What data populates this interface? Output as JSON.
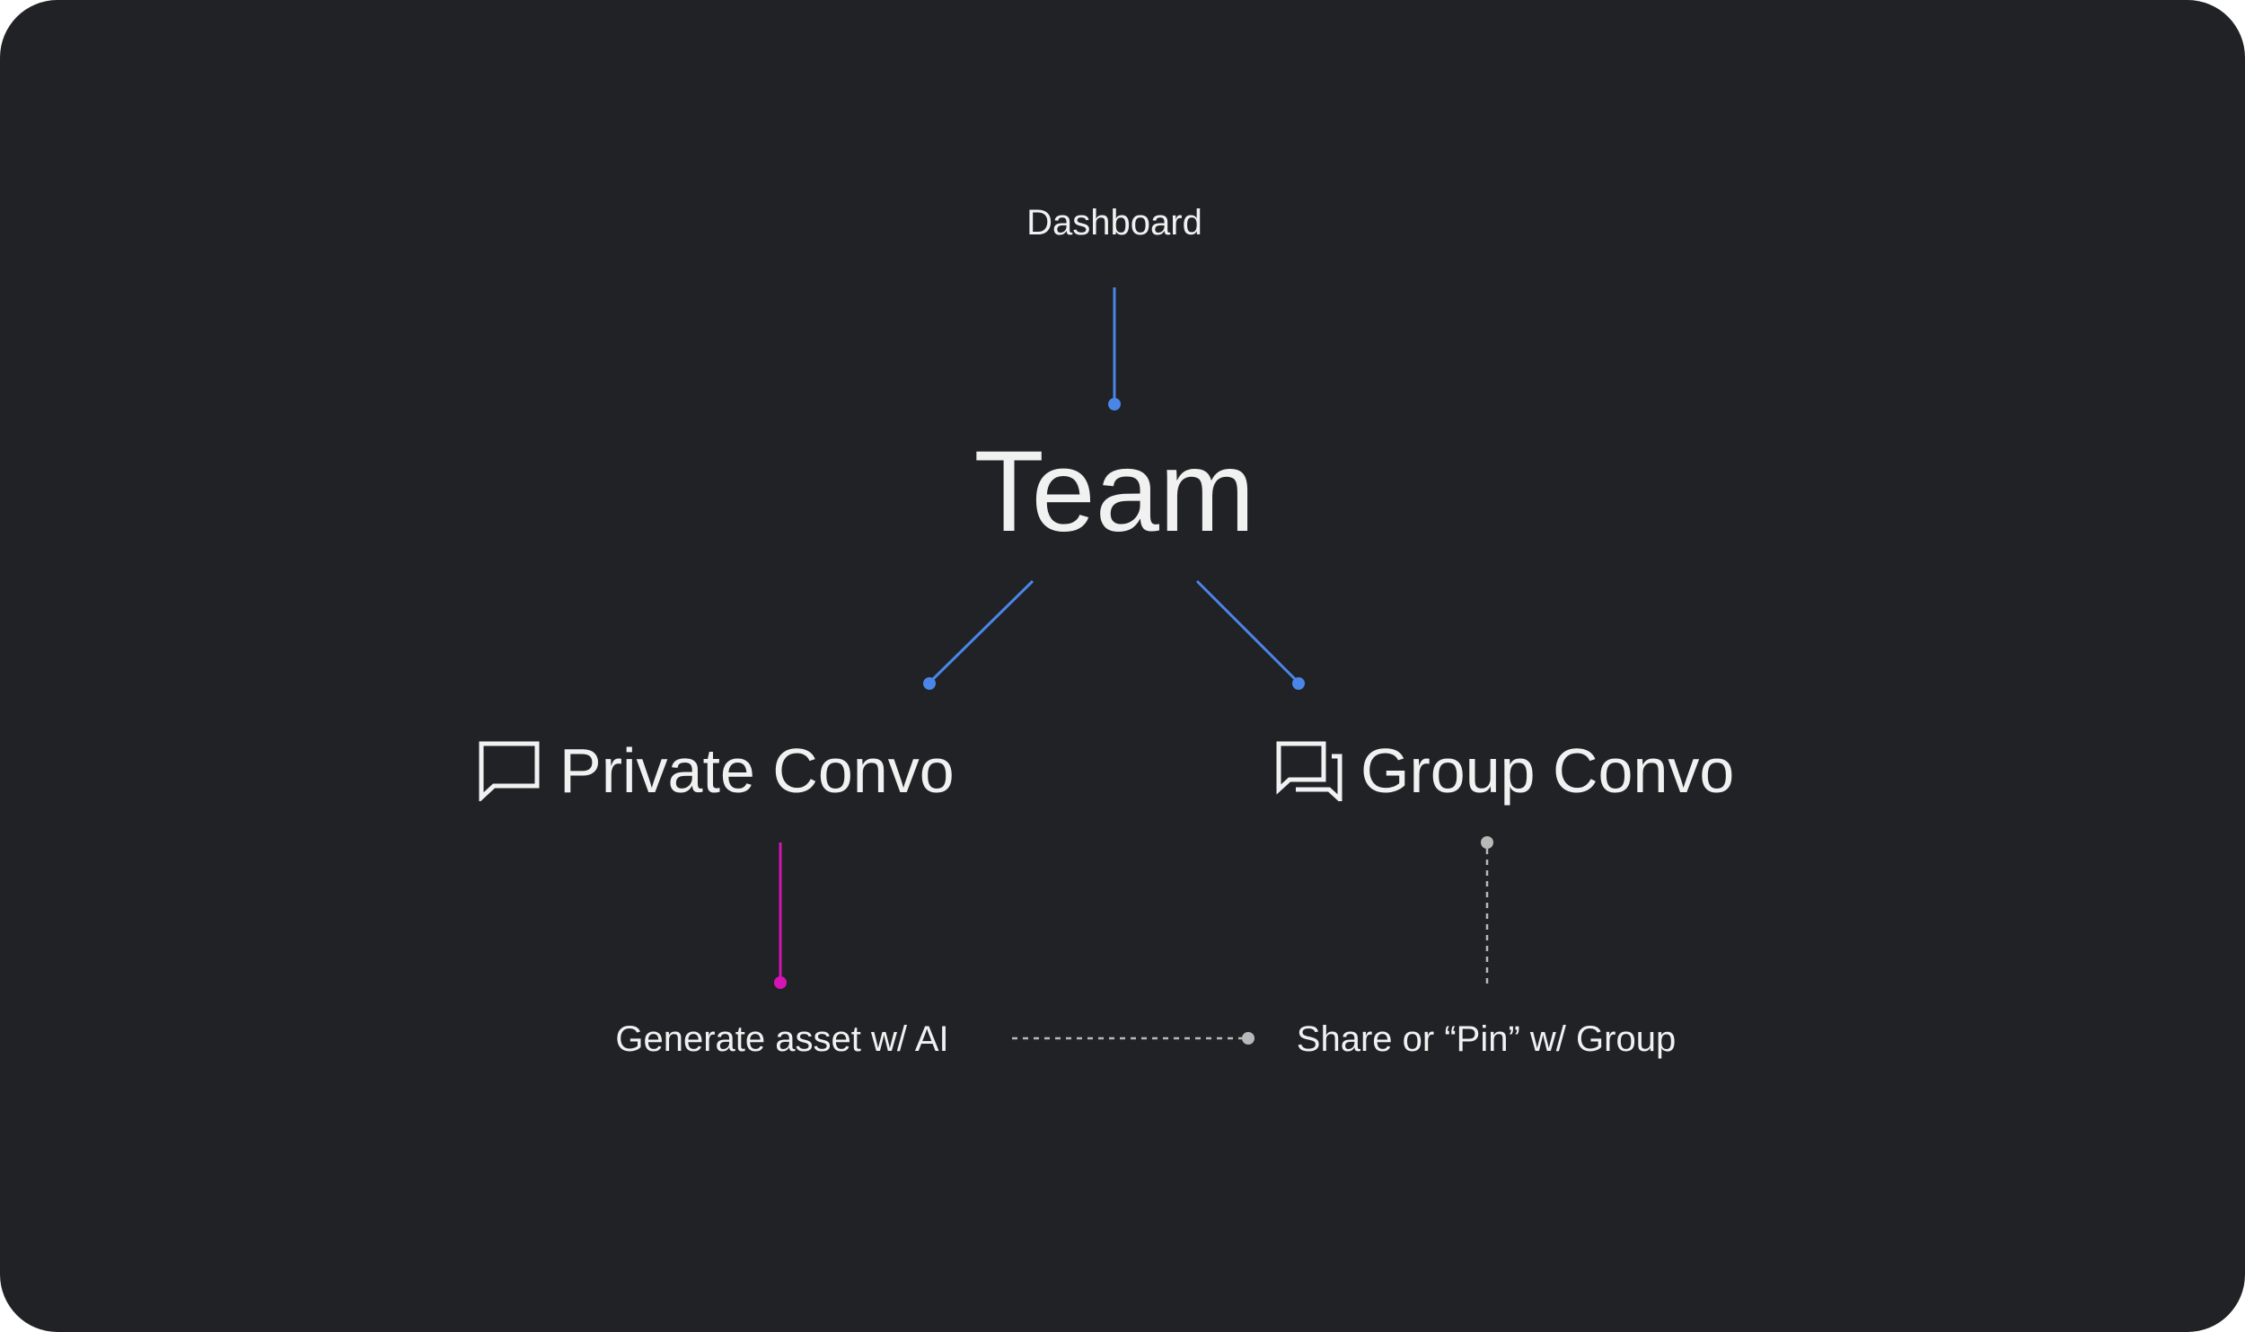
{
  "nodes": {
    "dashboard": "Dashboard",
    "team": "Team",
    "private_convo": {
      "label": "Private Convo",
      "icon": "chat-bubble-icon"
    },
    "group_convo": {
      "label": "Group Convo",
      "icon": "chat-bubbles-icon"
    },
    "generate_asset": "Generate asset w/ AI",
    "share_pin": "Share or “Pin” w/ Group"
  },
  "colors": {
    "background": "#202225",
    "text": "#f1f1f1",
    "connector_primary": "#4a86e8",
    "connector_private": "#d415b4",
    "connector_muted": "#b8b8b8"
  }
}
